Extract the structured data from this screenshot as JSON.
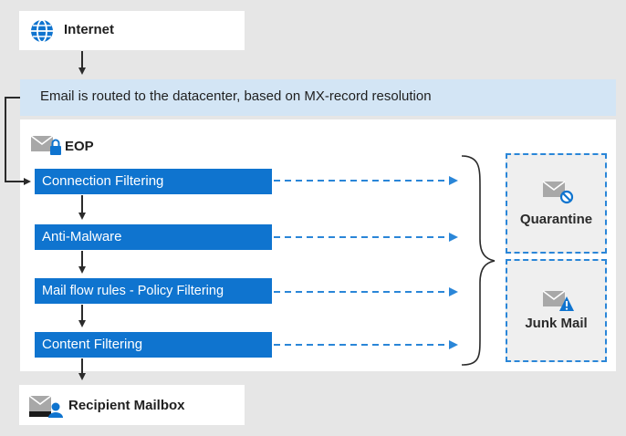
{
  "nodes": {
    "internet": "Internet",
    "routing": "Email is routed to the datacenter, based on MX-record resolution",
    "eop": "EOP",
    "steps": [
      "Connection Filtering",
      "Anti-Malware",
      "Mail flow rules - Policy Filtering",
      "Content Filtering"
    ],
    "quarantine": "Quarantine",
    "junk": "Junk Mail",
    "recipient": "Recipient Mailbox"
  },
  "colors": {
    "background": "#e6e6e6",
    "routing_band": "#d3e5f5",
    "step_fill": "#0f74cf",
    "dashed_arrow": "#2a86d8",
    "icon_blue": "#0f74cf",
    "icon_gray": "#a8a8a8"
  },
  "icons": {
    "internet": "globe-icon",
    "eop": "mail-lock-icon",
    "quarantine": "mail-blocked-icon",
    "junk": "mail-warning-icon",
    "recipient": "mailbox-user-icon"
  }
}
